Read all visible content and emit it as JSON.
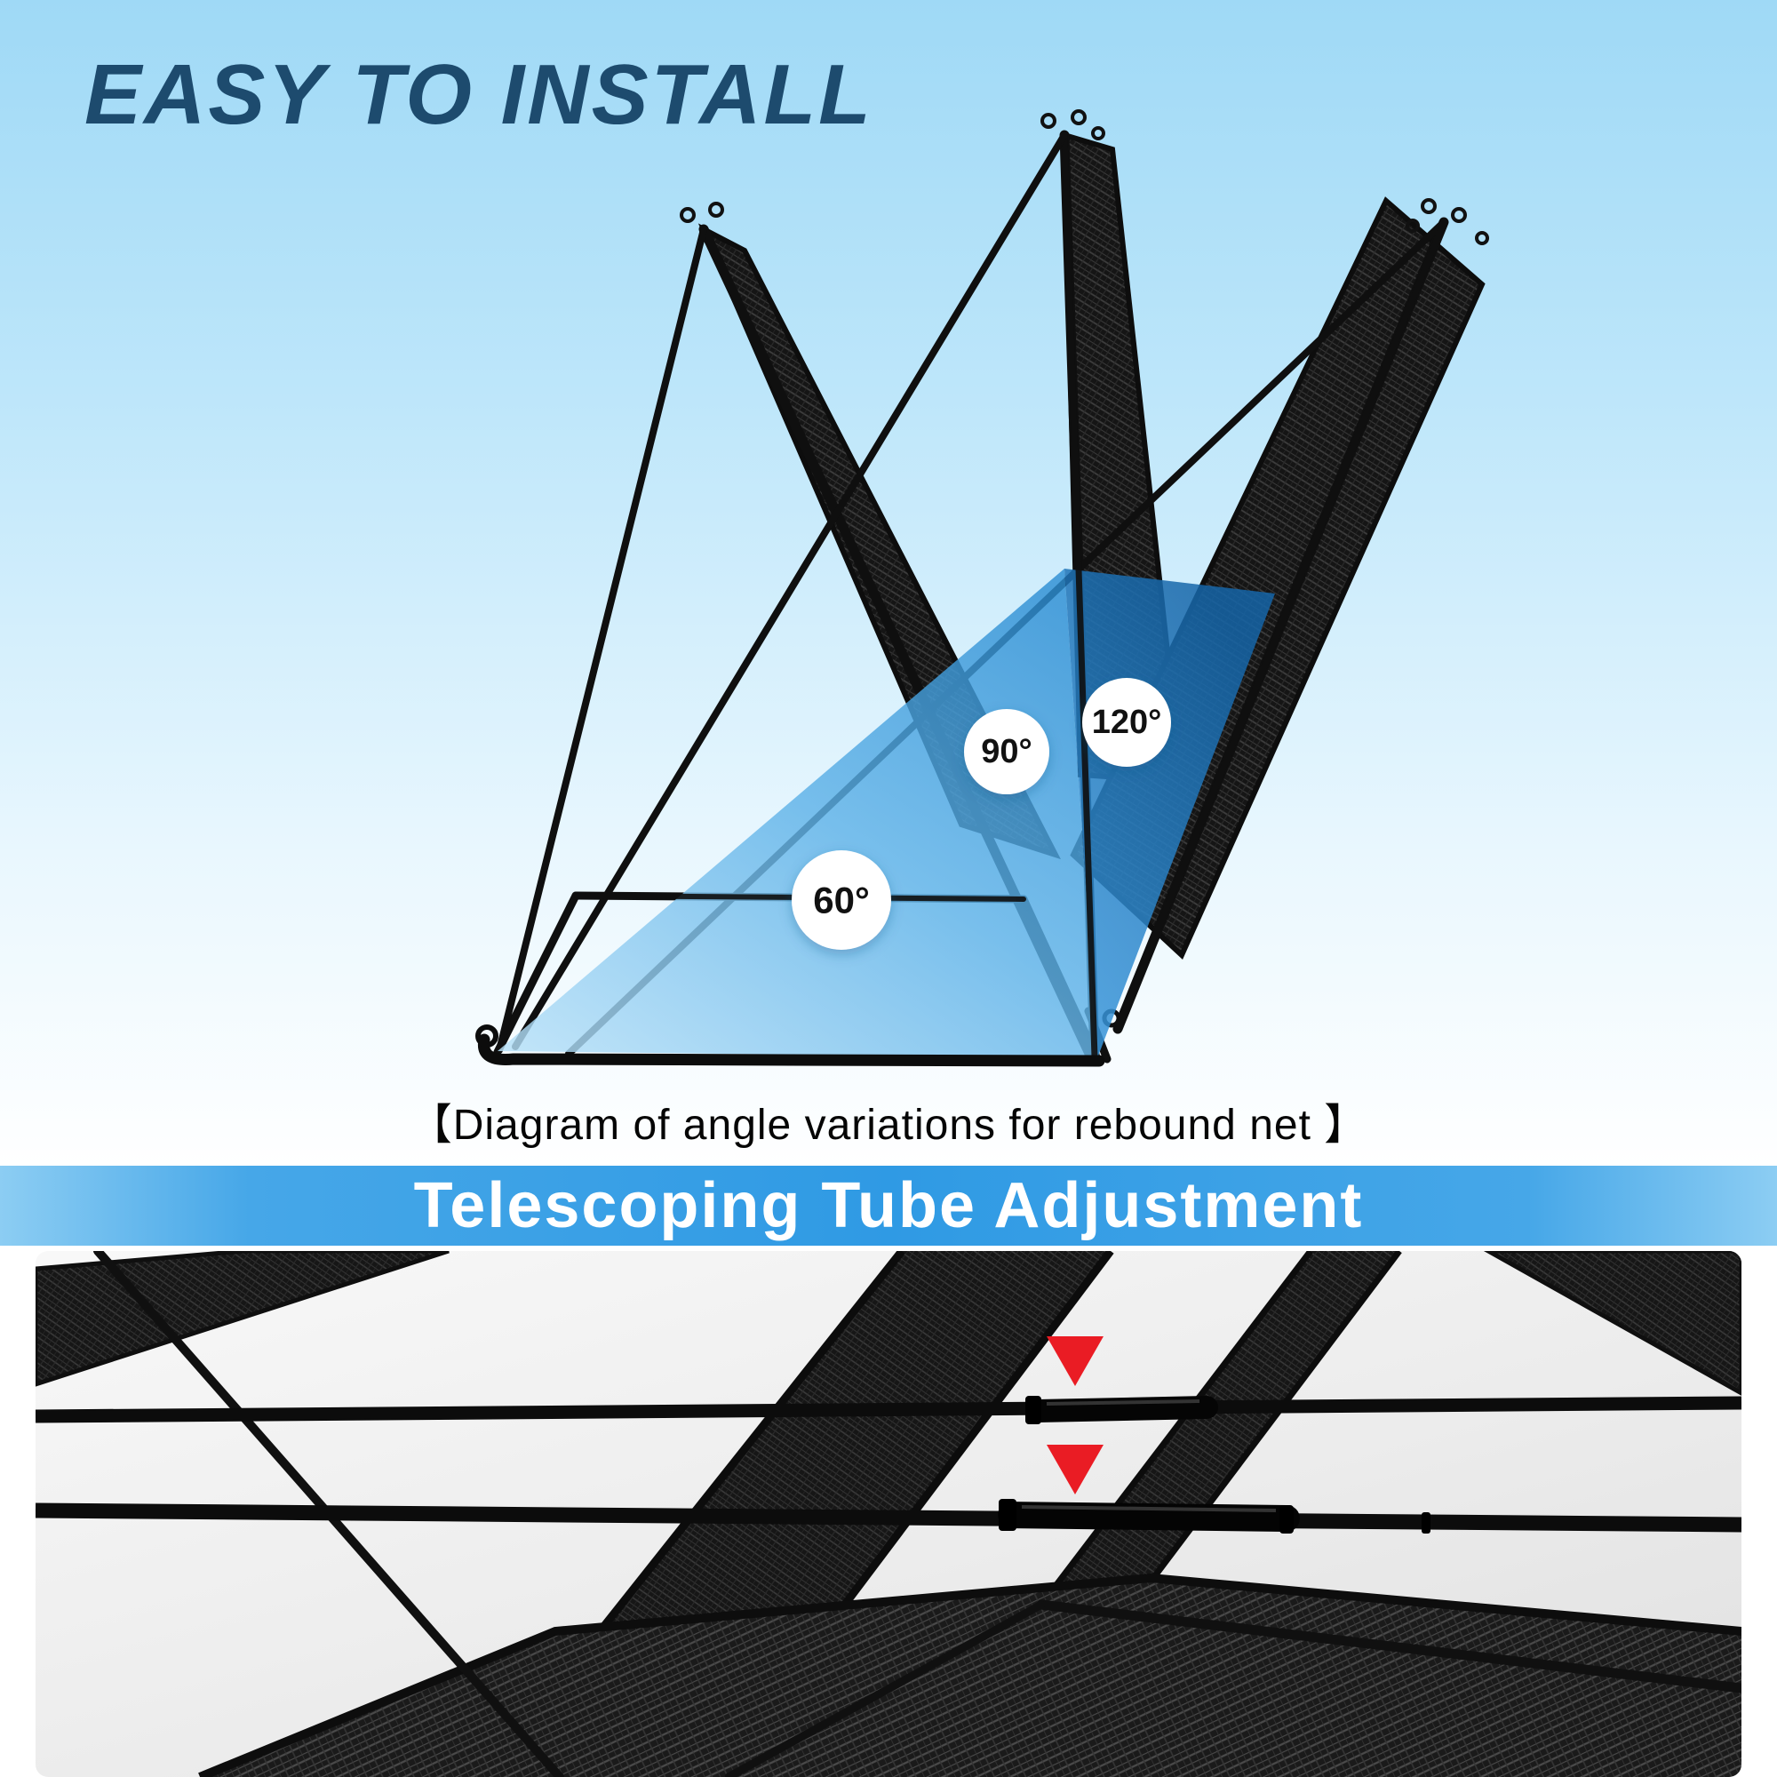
{
  "header": {
    "title": "EASY TO INSTALL"
  },
  "diagram": {
    "caption": "【Diagram of angle variations for rebound net 】",
    "angles": [
      {
        "label": "60°"
      },
      {
        "label": "90°"
      },
      {
        "label": "120°"
      }
    ]
  },
  "banner": {
    "title": "Telescoping Tube Adjustment"
  },
  "colors": {
    "title_navy": "#1d4b6e",
    "banner_blue": "#2f9ae4",
    "wedge_blue_light": "#5eb2e8",
    "wedge_blue_dark": "#1565a8",
    "arrow_red": "#ea1c24",
    "frame_black": "#111111",
    "badge_white": "#ffffff"
  }
}
